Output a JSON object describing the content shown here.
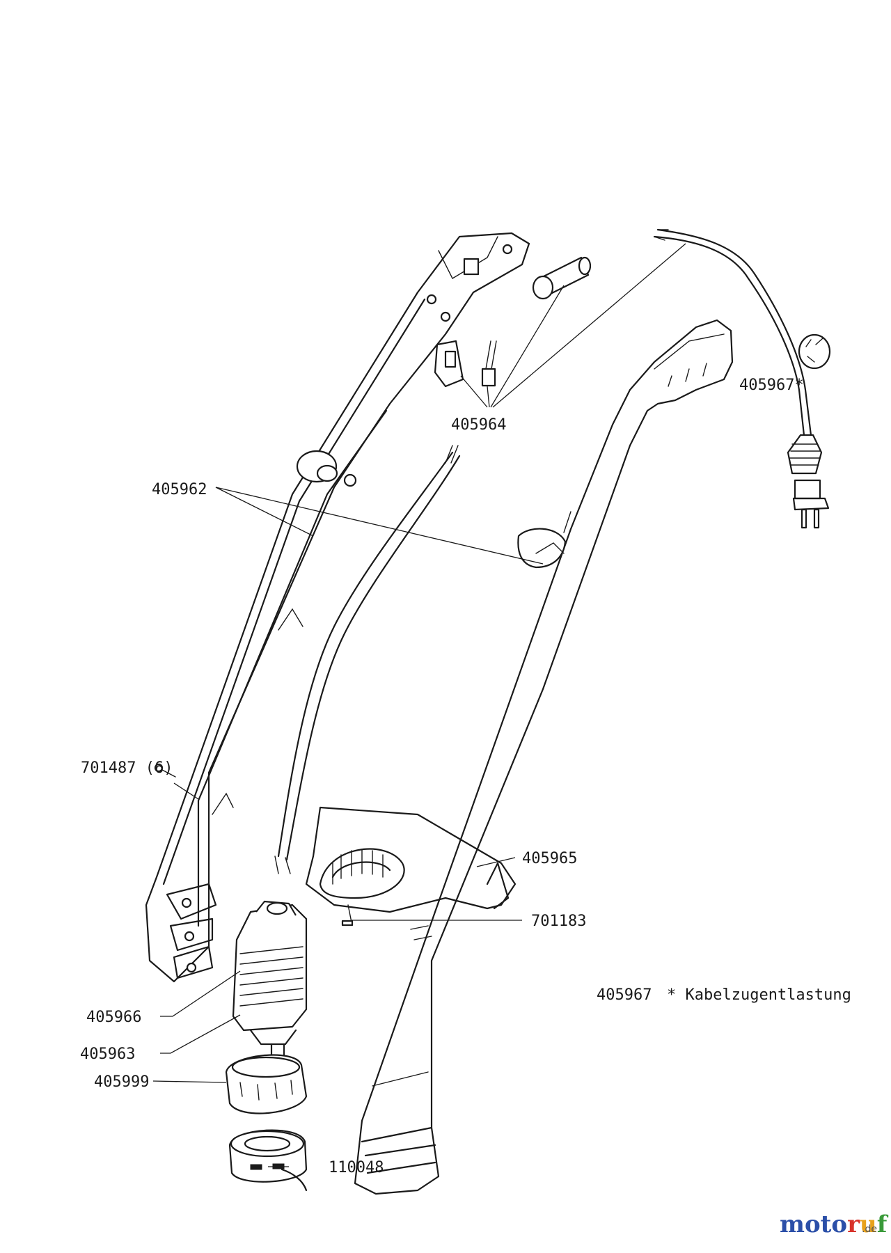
{
  "parts": {
    "p405967": "405967*",
    "p405964": "405964",
    "p405962": "405962",
    "p701487": "701487 (6)",
    "p405965": "405965",
    "p701183": "701183",
    "p405966": "405966",
    "p405963": "405963",
    "p405999": "405999",
    "p110048": "110048"
  },
  "legend": {
    "code": "405967",
    "text": "* Kabelzugentlastung"
  },
  "watermark": {
    "letters": [
      "m",
      "o",
      "t",
      "o",
      "r",
      "u",
      "f"
    ],
    "colors": [
      "#2b4fa8",
      "#2b4fa8",
      "#2b4fa8",
      "#2b4fa8",
      "#d8322a",
      "#e8a21c",
      "#3a9a3a"
    ],
    "suffix": ".de"
  }
}
